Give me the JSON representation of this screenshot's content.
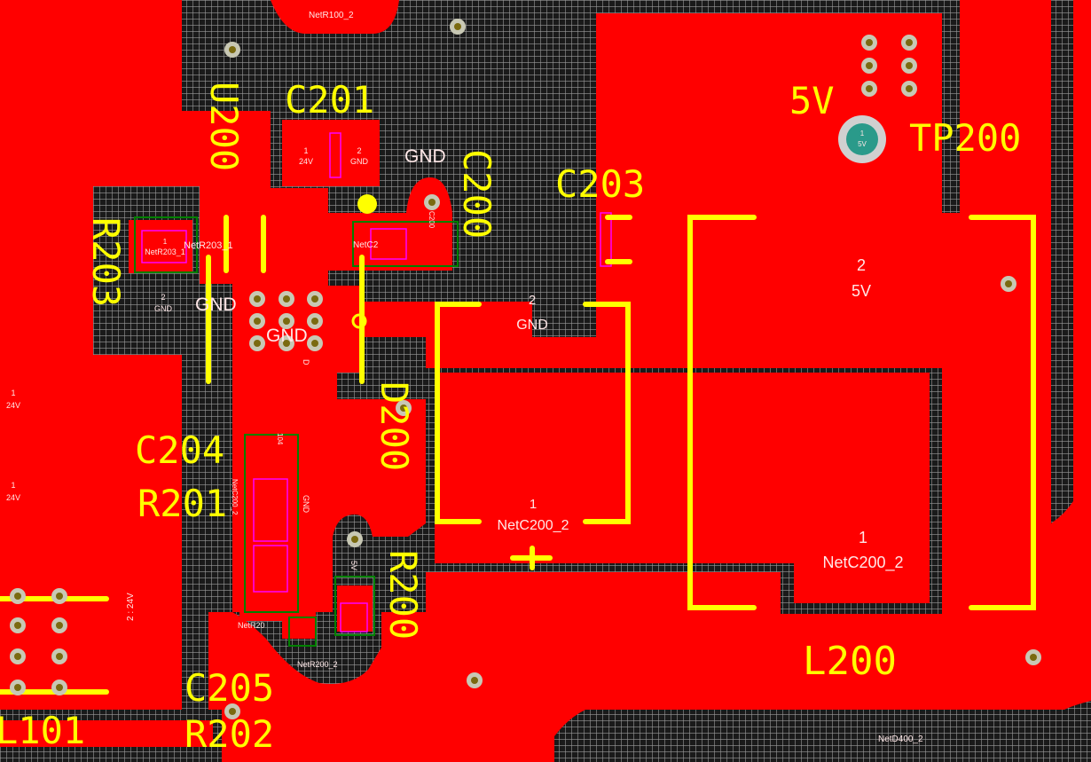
{
  "colors": {
    "copper": "#ff0000",
    "silkscreen": "#ffff00",
    "clearance": "#1a1a1a",
    "grid": "#9a9a9a",
    "via": "#c8c8b4",
    "via_hole": "#7a6a10",
    "testpoint_ring": "#d0d0d0",
    "testpoint_pad": "#2a9a8a",
    "component_outline": "#008000",
    "pad_edge": "#ff00ff",
    "net_text": "#ffe8e8"
  },
  "designators": {
    "c201": "C201",
    "u200": "U200",
    "c200": "C200",
    "r203": "R203",
    "c203": "C203",
    "fivev": "5V",
    "tp200": "TP200",
    "c204": "C204",
    "r201": "R201",
    "d200": "D200",
    "r200": "R200",
    "c205": "C205",
    "r202": "R202",
    "l200": "L200",
    "l101": "L101"
  },
  "net_labels": {
    "netr100_2": "NetR100_2",
    "c201_pin1_num": "1",
    "c201_pin1_net": "24V",
    "c201_pin2_num": "2",
    "c201_pin2_net": "GND",
    "gnd_top": "GND",
    "netr203_1_a_num": "1",
    "netr203_1_a": "NetR203_1",
    "netr203_1_b": "NetR203_1",
    "netc2_frag": "NetC2",
    "c200_frag": "C200",
    "r203_pin2_num": "2",
    "r203_pin2_net": "GND",
    "gnd_large_1": "GND",
    "gnd_large_2": "GND",
    "d_frag": "D",
    "c203_pin2_num": "2",
    "c203_pin2_net": "GND",
    "l200_pin2_num": "2",
    "l200_pin2_net": "5V",
    "left_24v_1_num": "1",
    "left_24v_1": "24V",
    "left_24v_2_num": "1",
    "left_24v_2": "24V",
    "c203_pin1_num": "1",
    "c203_pin1_net": "NetC200_2",
    "l200_pin1_num": "1",
    "l200_pin1_net": "NetC200_2",
    "small_104": "104",
    "netc200_frag": "NetC200_2",
    "gnd_vertical": "GND",
    "fivev_small": "5V",
    "netr20_frag": "NetR20",
    "netr200_2": "NetR200_2",
    "left_2_24v": "2 : 24V",
    "netd400_2": "NetD400_2",
    "tp_label": "5V",
    "tp_number": "1",
    "plus_sign": "+"
  }
}
